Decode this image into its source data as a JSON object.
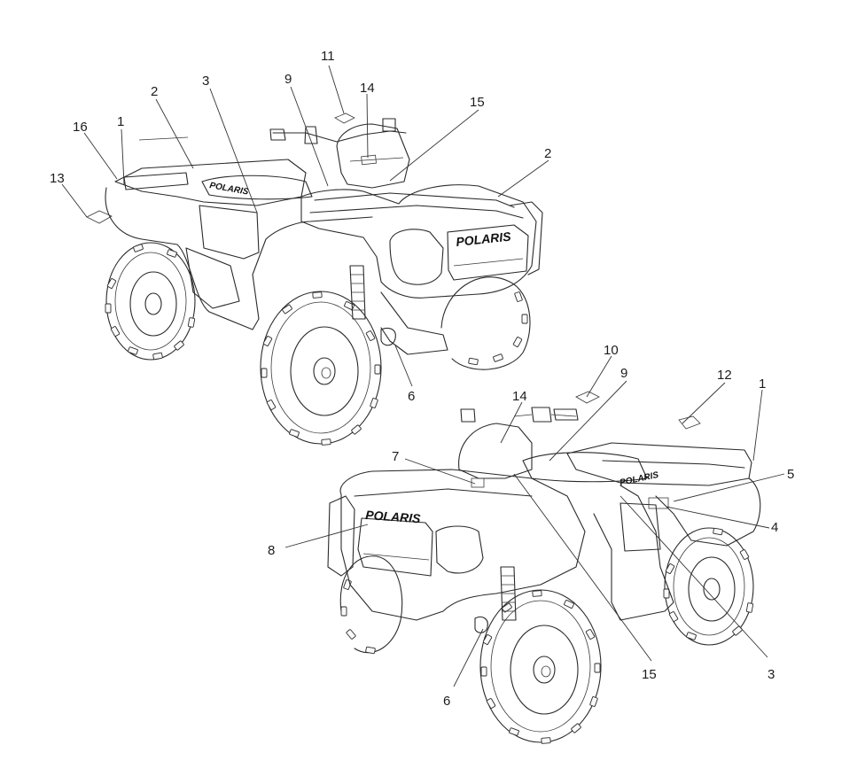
{
  "diagram": {
    "callouts_top": [
      "1",
      "2",
      "3",
      "16",
      "13",
      "11",
      "14",
      "9",
      "15",
      "2",
      "6"
    ],
    "callouts_bottom": [
      "14",
      "10",
      "9",
      "12",
      "1",
      "5",
      "4",
      "3",
      "15",
      "6",
      "8",
      "7"
    ],
    "brand_logo_text": "POLARIS"
  }
}
